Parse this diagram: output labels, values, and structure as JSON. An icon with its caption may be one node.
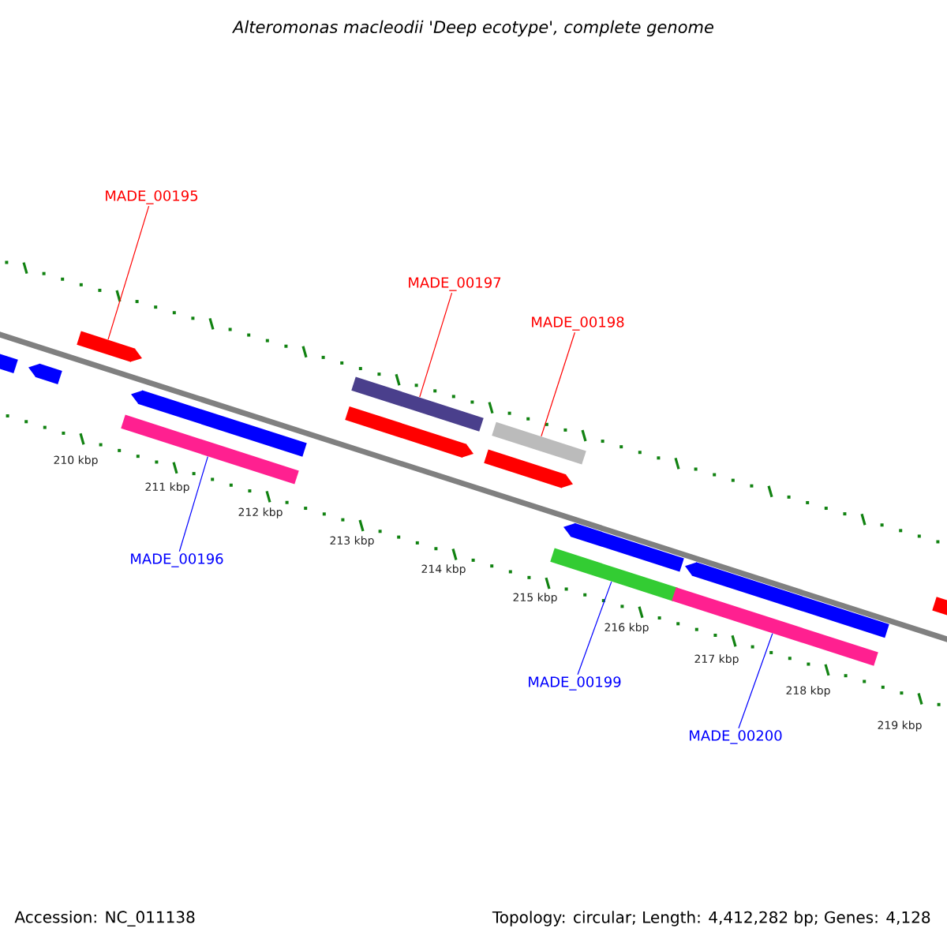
{
  "diagram": {
    "title": "Alteromonas macleodii 'Deep ecotype', complete genome",
    "nodes": [
      {
        "text": [
          "MADE_00195"
        ]
      },
      {
        "text": [
          "MADE_00197"
        ]
      },
      {
        "text": [
          "MADE_00198"
        ]
      },
      {
        "text": [
          "MADE_00196"
        ]
      },
      {
        "text": [
          "MADE_00199"
        ]
      },
      {
        "text": [
          "MADE_00200"
        ]
      },
      {
        "text": [],
        "shape": "bar"
      },
      {
        "text": [],
        "shape": "bar"
      },
      {
        "text": [],
        "shape": "bar"
      },
      {
        "text": [],
        "shape": "bar"
      },
      {
        "text": [],
        "shape": "bar"
      },
      {
        "text": [],
        "shape": "bar"
      },
      {
        "text": [],
        "shape": "bar"
      },
      {
        "text": [],
        "shape": "bar"
      },
      {
        "text": [],
        "shape": "bar"
      },
      {
        "text": [],
        "shape": "bar"
      },
      {
        "text": [],
        "shape": "bar"
      },
      {
        "text": [],
        "shape": "bar"
      },
      {
        "text": [],
        "shape": "bar"
      },
      {
        "text": [],
        "shape": "bar"
      }
    ],
    "edges": [
      {
        "from": 0,
        "to": 8,
        "arrow": "none"
      },
      {
        "from": 1,
        "to": 12,
        "arrow": "none"
      },
      {
        "from": 2,
        "to": 14,
        "arrow": "none"
      },
      {
        "from": 3,
        "to": 9,
        "arrow": "none",
        "color": "#0000ff"
      },
      {
        "from": 4,
        "to": 15,
        "arrow": "none",
        "color": "#0000ff"
      },
      {
        "from": 5,
        "to": 17,
        "arrow": "none",
        "color": "#0000ff"
      }
    ],
    "labels": [
      "210 kbp",
      "211 kbp",
      "212 kbp",
      "213 kbp",
      "214 kbp",
      "215 kbp",
      "216 kbp",
      "217 kbp",
      "218 kbp",
      "219 kbp",
      "Accession: NC_011138",
      "Topology: circular; Length: 4,412,282 bp; Genes: 4,128"
    ]
  }
}
